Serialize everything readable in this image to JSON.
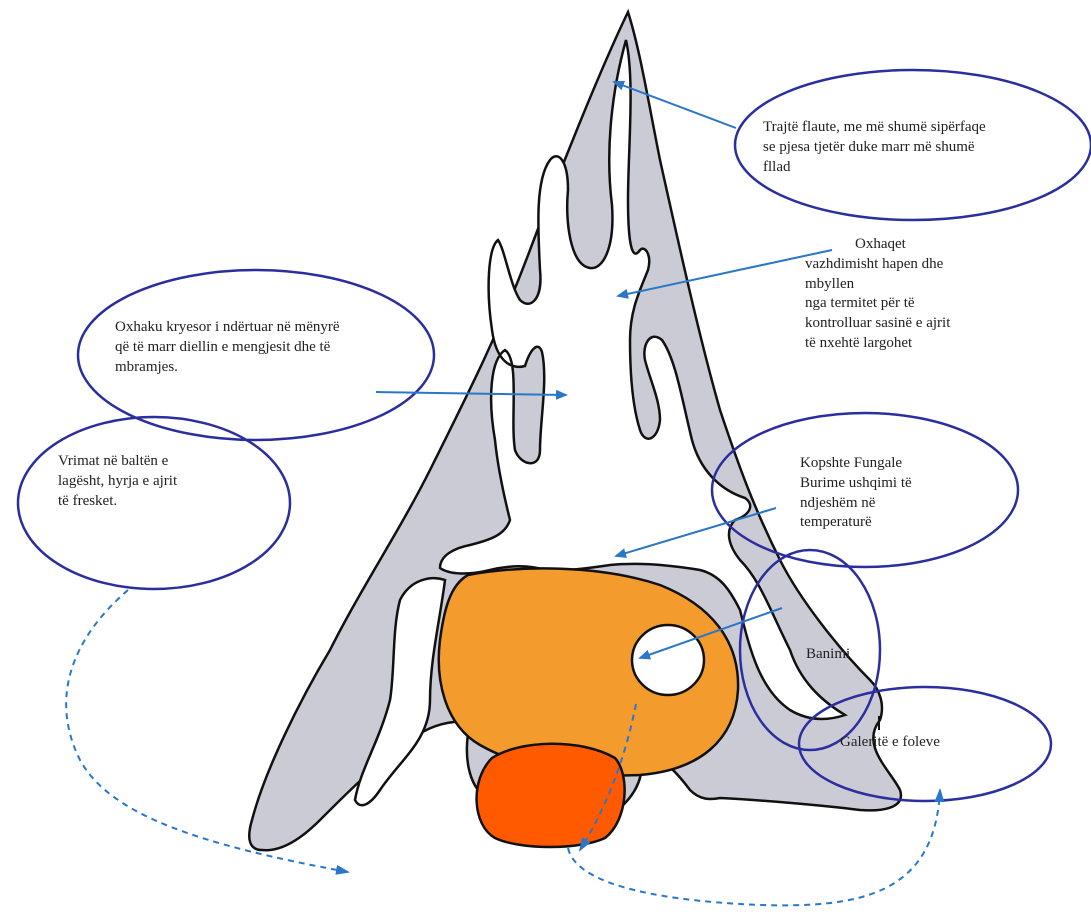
{
  "figure": {
    "colors": {
      "mound_fill": "#cbcbd6",
      "outline": "#111111",
      "nest_fill": "#f39b2c",
      "cellar_fill": "#ff5a00",
      "callout_ring": "#2b2f9e",
      "arrow": "#2a77c7",
      "background": "#ffffff"
    },
    "labels": {
      "flute": [
        "Trajtë flaute, me më shumë sipërfaqe",
        "se pjesa tjetër duke marr më shumë",
        "fllad"
      ],
      "chimneys": [
        "Oxhaqet",
        "vazhdimisht hapen dhe",
        "mbyllen",
        " nga termitet për të",
        "kontrolluar sasinë e ajrit",
        "të nxehtë largohet"
      ],
      "main_chimney": [
        "Oxhaku kryesor i ndërtuar në mënyrë",
        "që të marr diellin e mengjesit dhe të",
        "mbramjes."
      ],
      "vents": [
        "Vrimat në baltën e",
        "lagësht, hyrja e ajrit",
        "të fresket."
      ],
      "fungus": [
        "Kopshte Fungale",
        "Burime ushqimi të",
        "ndjeshëm në",
        "temperaturë"
      ],
      "living": "Banimi",
      "galleries": "Galeritë e foleve"
    }
  }
}
